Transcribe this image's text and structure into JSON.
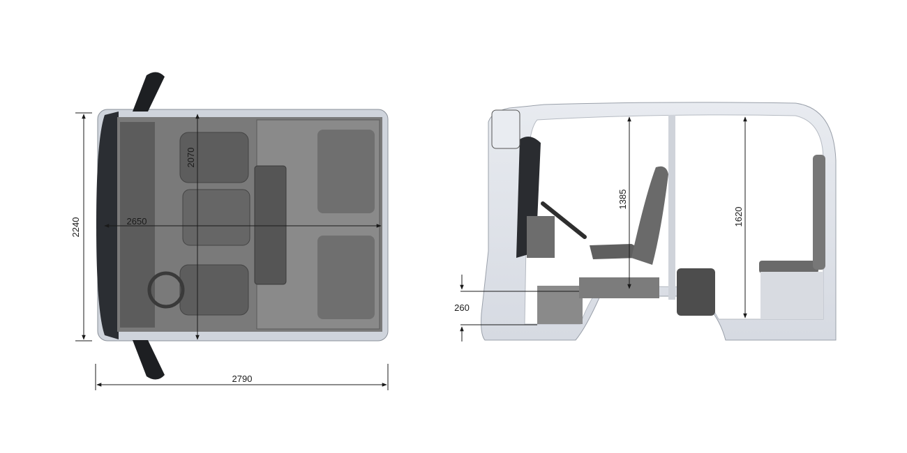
{
  "dimensions": {
    "top_view_total_width": "2240",
    "top_view_interior_length": "2650",
    "top_view_interior_width": "2070",
    "top_view_total_length": "2790",
    "side_view_height_front": "1385",
    "side_view_height_rear": "1620",
    "side_view_step_height": "260"
  },
  "colors": {
    "background": "#ffffff",
    "cab_shell": "#dfe2e8",
    "interior_grey": "#6e6e6e",
    "seat_dark": "#5a5a5a",
    "dimension_line": "#1a1a1a"
  }
}
